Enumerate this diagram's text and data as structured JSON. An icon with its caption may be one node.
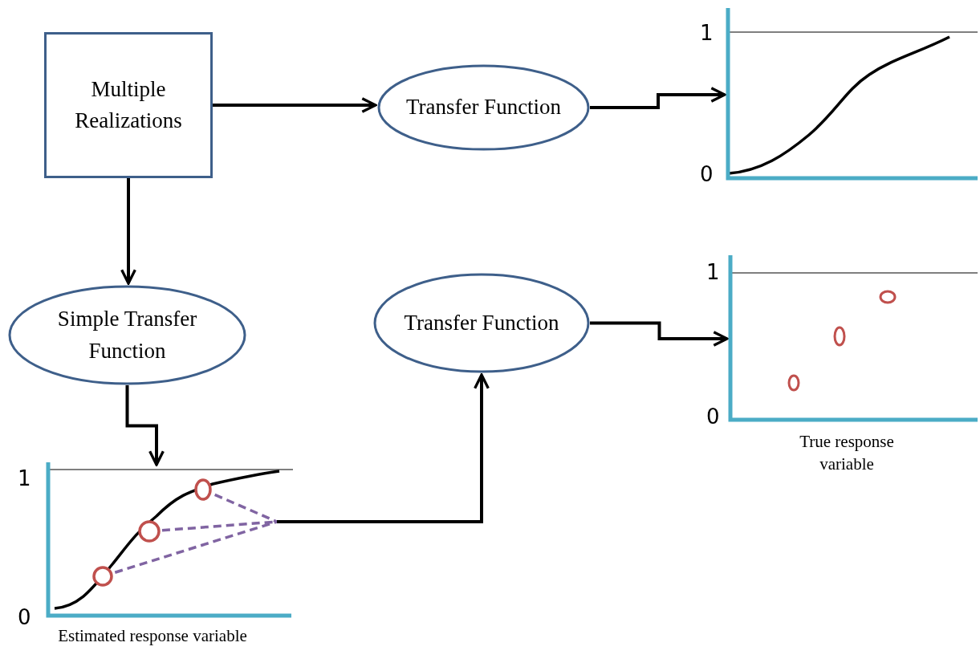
{
  "diagram": {
    "nodes": [
      {
        "text": [
          "Multiple Realizations"
        ]
      },
      {
        "text": [
          "Transfer Function"
        ]
      },
      {
        "text": [
          "1",
          "0"
        ]
      },
      {
        "text": [
          "Simple Transfer Function"
        ]
      },
      {
        "text": [
          "1",
          "0"
        ],
        "beside": [
          "Estimated response variable"
        ]
      },
      {
        "text": [
          "Transfer Function"
        ]
      },
      {
        "text": [
          "1",
          "0"
        ],
        "beside": [
          "True response variable"
        ]
      }
    ],
    "edges": [
      {
        "from": 0,
        "to": 1,
        "arrow": "to"
      },
      {
        "from": 1,
        "to": 2,
        "arrow": "to"
      },
      {
        "from": 0,
        "to": 3,
        "arrow": "to"
      },
      {
        "from": 3,
        "to": 4,
        "arrow": "to"
      },
      {
        "from": 4,
        "to": 5,
        "arrow": "to"
      },
      {
        "from": 5,
        "to": 6,
        "arrow": "to"
      }
    ]
  }
}
